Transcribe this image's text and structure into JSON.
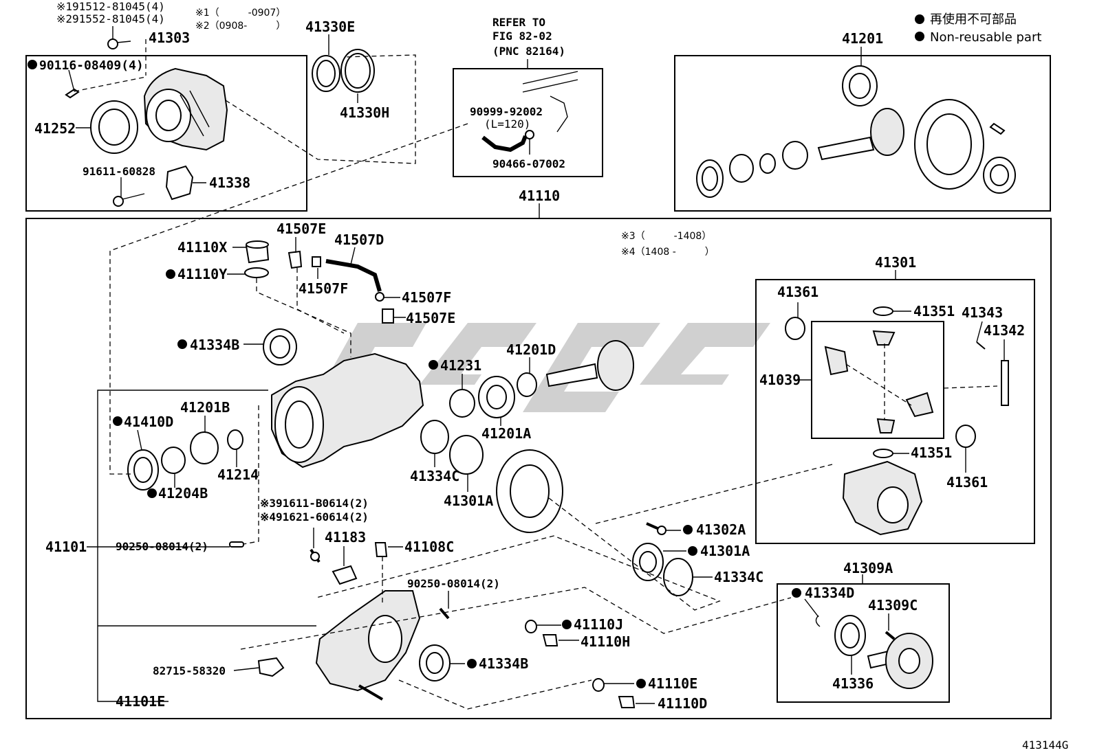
{
  "diagram_id": "413144G",
  "legend": {
    "ja": "再使用不可部品",
    "en": "Non-reusable part"
  },
  "notes": {
    "n1": "※1（　　　-0907）",
    "n2": "※2（0908-　　　）",
    "n3": "※3（　　　-1408）",
    "n4": "※4（1408 -　　　）",
    "bolt1": "※191512-81045(4)",
    "bolt2": "※291552-81045(4)",
    "bolt3": "※391611-B0614(2)",
    "bolt4": "※491621-60614(2)"
  },
  "refer": {
    "line1": "REFER TO",
    "line2": "FIG 82-02",
    "line3": "(PNC 82164)"
  },
  "parts": {
    "p41303": "41303",
    "p90116": "90116-08409(4)",
    "p41252": "41252",
    "p91611": "91611-60828",
    "p41338": "41338",
    "p41330E": "41330E",
    "p41330H": "41330H",
    "p90999": "90999-92002",
    "p90999L": "(L=120)",
    "p90466": "90466-07002",
    "p41201": "41201",
    "p41110": "41110",
    "p41110X": "41110X",
    "p41110Y": "41110Y",
    "p41507E_a": "41507E",
    "p41507D": "41507D",
    "p41507F_a": "41507F",
    "p41507F_b": "41507F",
    "p41507E_b": "41507E",
    "p41334B_a": "41334B",
    "p41231": "41231",
    "p41201D": "41201D",
    "p41201A": "41201A",
    "p41201B": "41201B",
    "p41410D": "41410D",
    "p41214": "41214",
    "p41204B": "41204B",
    "p41334C_a": "41334C",
    "p41301A_a": "41301A",
    "p41301": "41301",
    "p41361_a": "41361",
    "p41351_a": "41351",
    "p41343": "41343",
    "p41342": "41342",
    "p41039": "41039",
    "p41351_b": "41351",
    "p41361_b": "41361",
    "p41302A": "41302A",
    "p41301A_b": "41301A",
    "p41334C_b": "41334C",
    "p41101": "41101",
    "p90250_a": "90250-08014(2)",
    "p41183": "41183",
    "p41108C": "41108C",
    "p90250_b": "90250-08014(2)",
    "p41110J": "41110J",
    "p41110H": "41110H",
    "p41334B_b": "41334B",
    "p82715": "82715-58320",
    "p41110E": "41110E",
    "p41110D": "41110D",
    "p41101E": "41101E",
    "p41309A": "41309A",
    "p41334D": "41334D",
    "p41309C": "41309C",
    "p41336": "41336"
  }
}
